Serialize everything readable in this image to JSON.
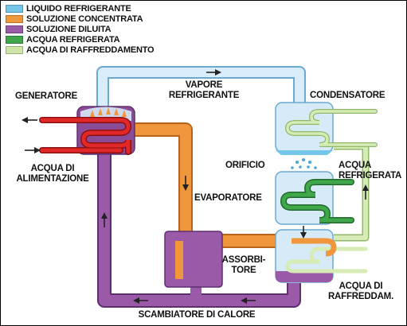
{
  "legend": [
    {
      "label": "LIQUIDO REFRIGERANTE",
      "color": "#74c6ea"
    },
    {
      "label": "SOLUZIONE CONCENTRATA",
      "color": "#f0963c"
    },
    {
      "label": "SOLUZIONE DILUITA",
      "color": "#9a5aa8"
    },
    {
      "label": "ACQUA REFRIGERATA",
      "color": "#3fa64a"
    },
    {
      "label": "ACQUA DI RAFFREDDAMENTO",
      "color": "#cfe7a6"
    }
  ],
  "components": {
    "generator": "GENERATORE",
    "vapor": "VAPORE\nREFRIGERANTE",
    "condenser": "CONDENSATORE",
    "orifice": "ORIFICIO",
    "evaporator": "EVAPORATORE",
    "chilled_water": "ACQUA\nREFRIGERATA",
    "feed_water": "ACQUA DI\nALIMENTAZIONE",
    "absorber": "ASSORBI-\nTORE",
    "cooling_water": "ACQUA DI\nRAFFREDDAM.",
    "heat_exchanger": "SCAMBIATORE DI CALORE"
  },
  "colors": {
    "refrigerant_vapor": "#cfe6f6",
    "vessel_blue": "#d6eaf8",
    "concentrated": "#f0963c",
    "diluted": "#9a5aa8",
    "chilled": "#3fa64a",
    "cooling": "#cfe7a6",
    "hot_feed": "#e02828"
  }
}
